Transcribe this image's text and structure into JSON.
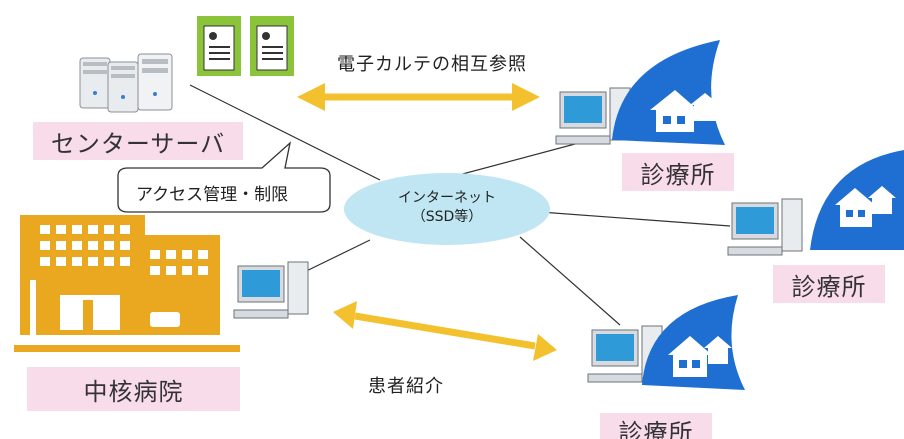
{
  "labels": {
    "top_arrow": "電子カルテの相互参照",
    "bottom_arrow": "患者紹介",
    "center_server": "センターサーバ",
    "access_control": "アクセス管理・制限",
    "internet_line1": "インターネット",
    "internet_line2": "（SSD等）",
    "hospital": "中核病院",
    "clinic_top": "診療所",
    "clinic_right": "診療所",
    "clinic_bottom": "診療所"
  },
  "colors": {
    "pink_box": "#f9dcea",
    "arrow": "#f3c12e",
    "hospital": "#e9a81f",
    "clinic_blue": "#1e6fd1",
    "cloud": "#bfe6f2",
    "folder_green": "#8bc43b"
  }
}
